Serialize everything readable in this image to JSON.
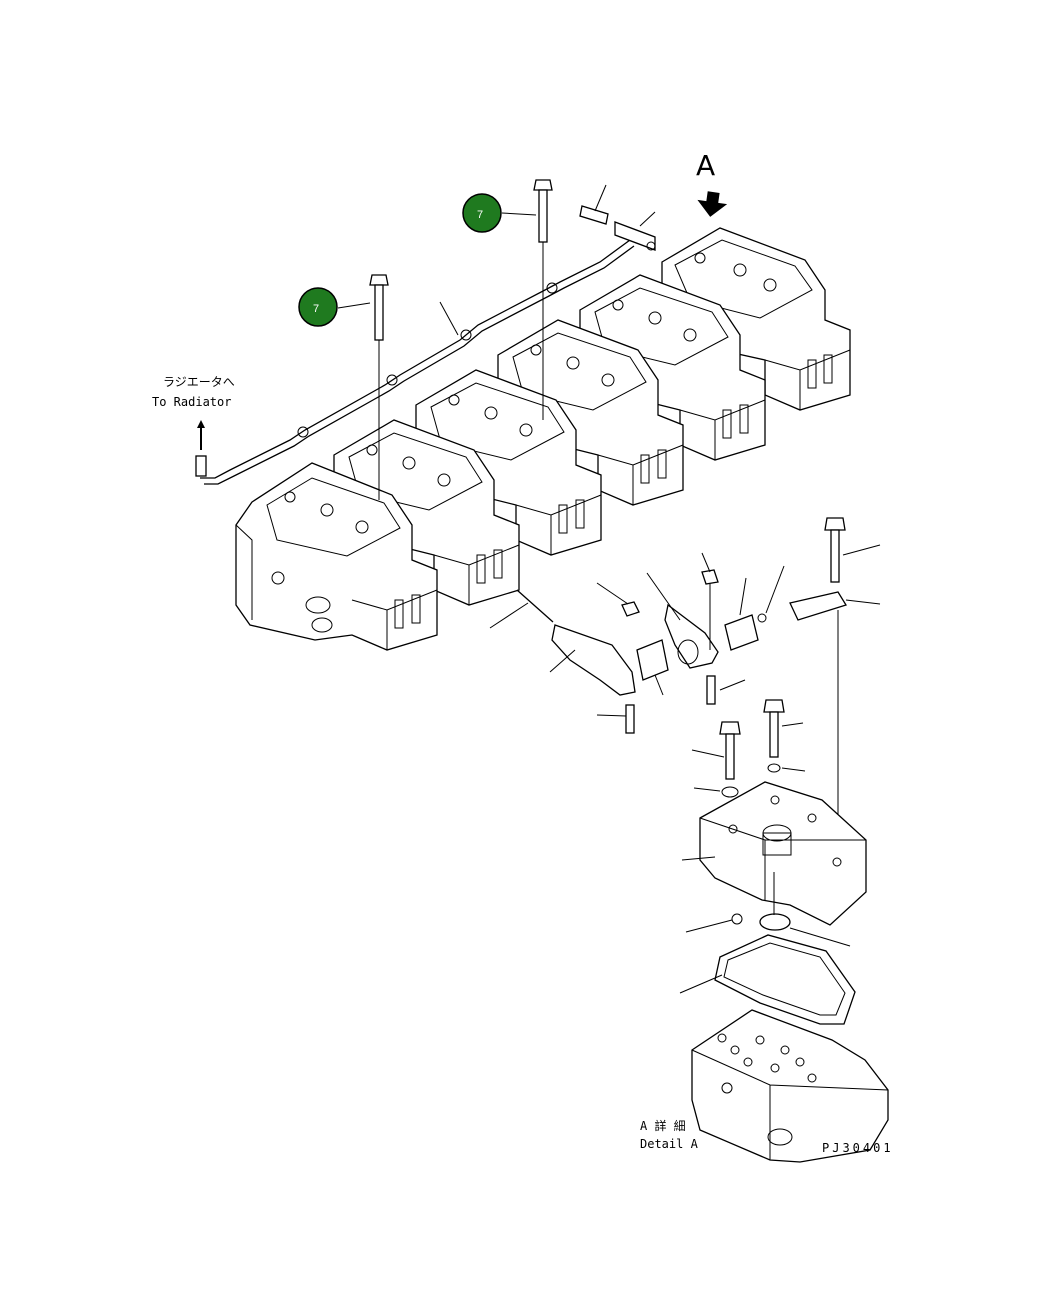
{
  "view_label": "A",
  "radiator_label_jp": "ラジエータへ",
  "radiator_label_en": "To Radiator",
  "detail_label_jp": "A 詳 細",
  "detail_label_en": "Detail A",
  "drawing_code": "PJ30401",
  "callouts": [
    {
      "id": "callout-1",
      "number": "7"
    },
    {
      "id": "callout-2",
      "number": "7"
    }
  ],
  "colors": {
    "callout_fill": "#1f7a1f",
    "callout_stroke": "#000000",
    "line": "#000000",
    "background": "#ffffff"
  }
}
